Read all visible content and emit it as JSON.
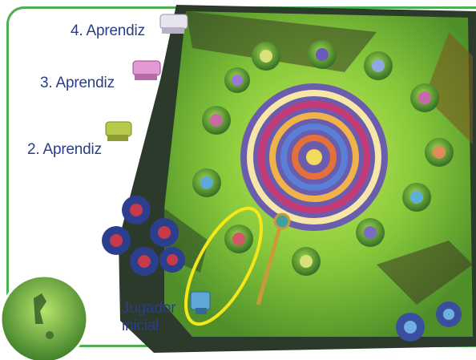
{
  "labels": {
    "apprentice_4": "4. Aprendiz",
    "apprentice_3": "3. Aprendiz",
    "apprentice_2": "2. Aprendiz",
    "start_player_line1": "Jugador",
    "start_player_line2": "inicial"
  },
  "colors": {
    "frame": "#4caf50",
    "label_text": "#2a3d86",
    "highlight_ellipse": "#f5e71b",
    "board_green": "#7cc23a",
    "board_dark": "#2e4a2a"
  }
}
